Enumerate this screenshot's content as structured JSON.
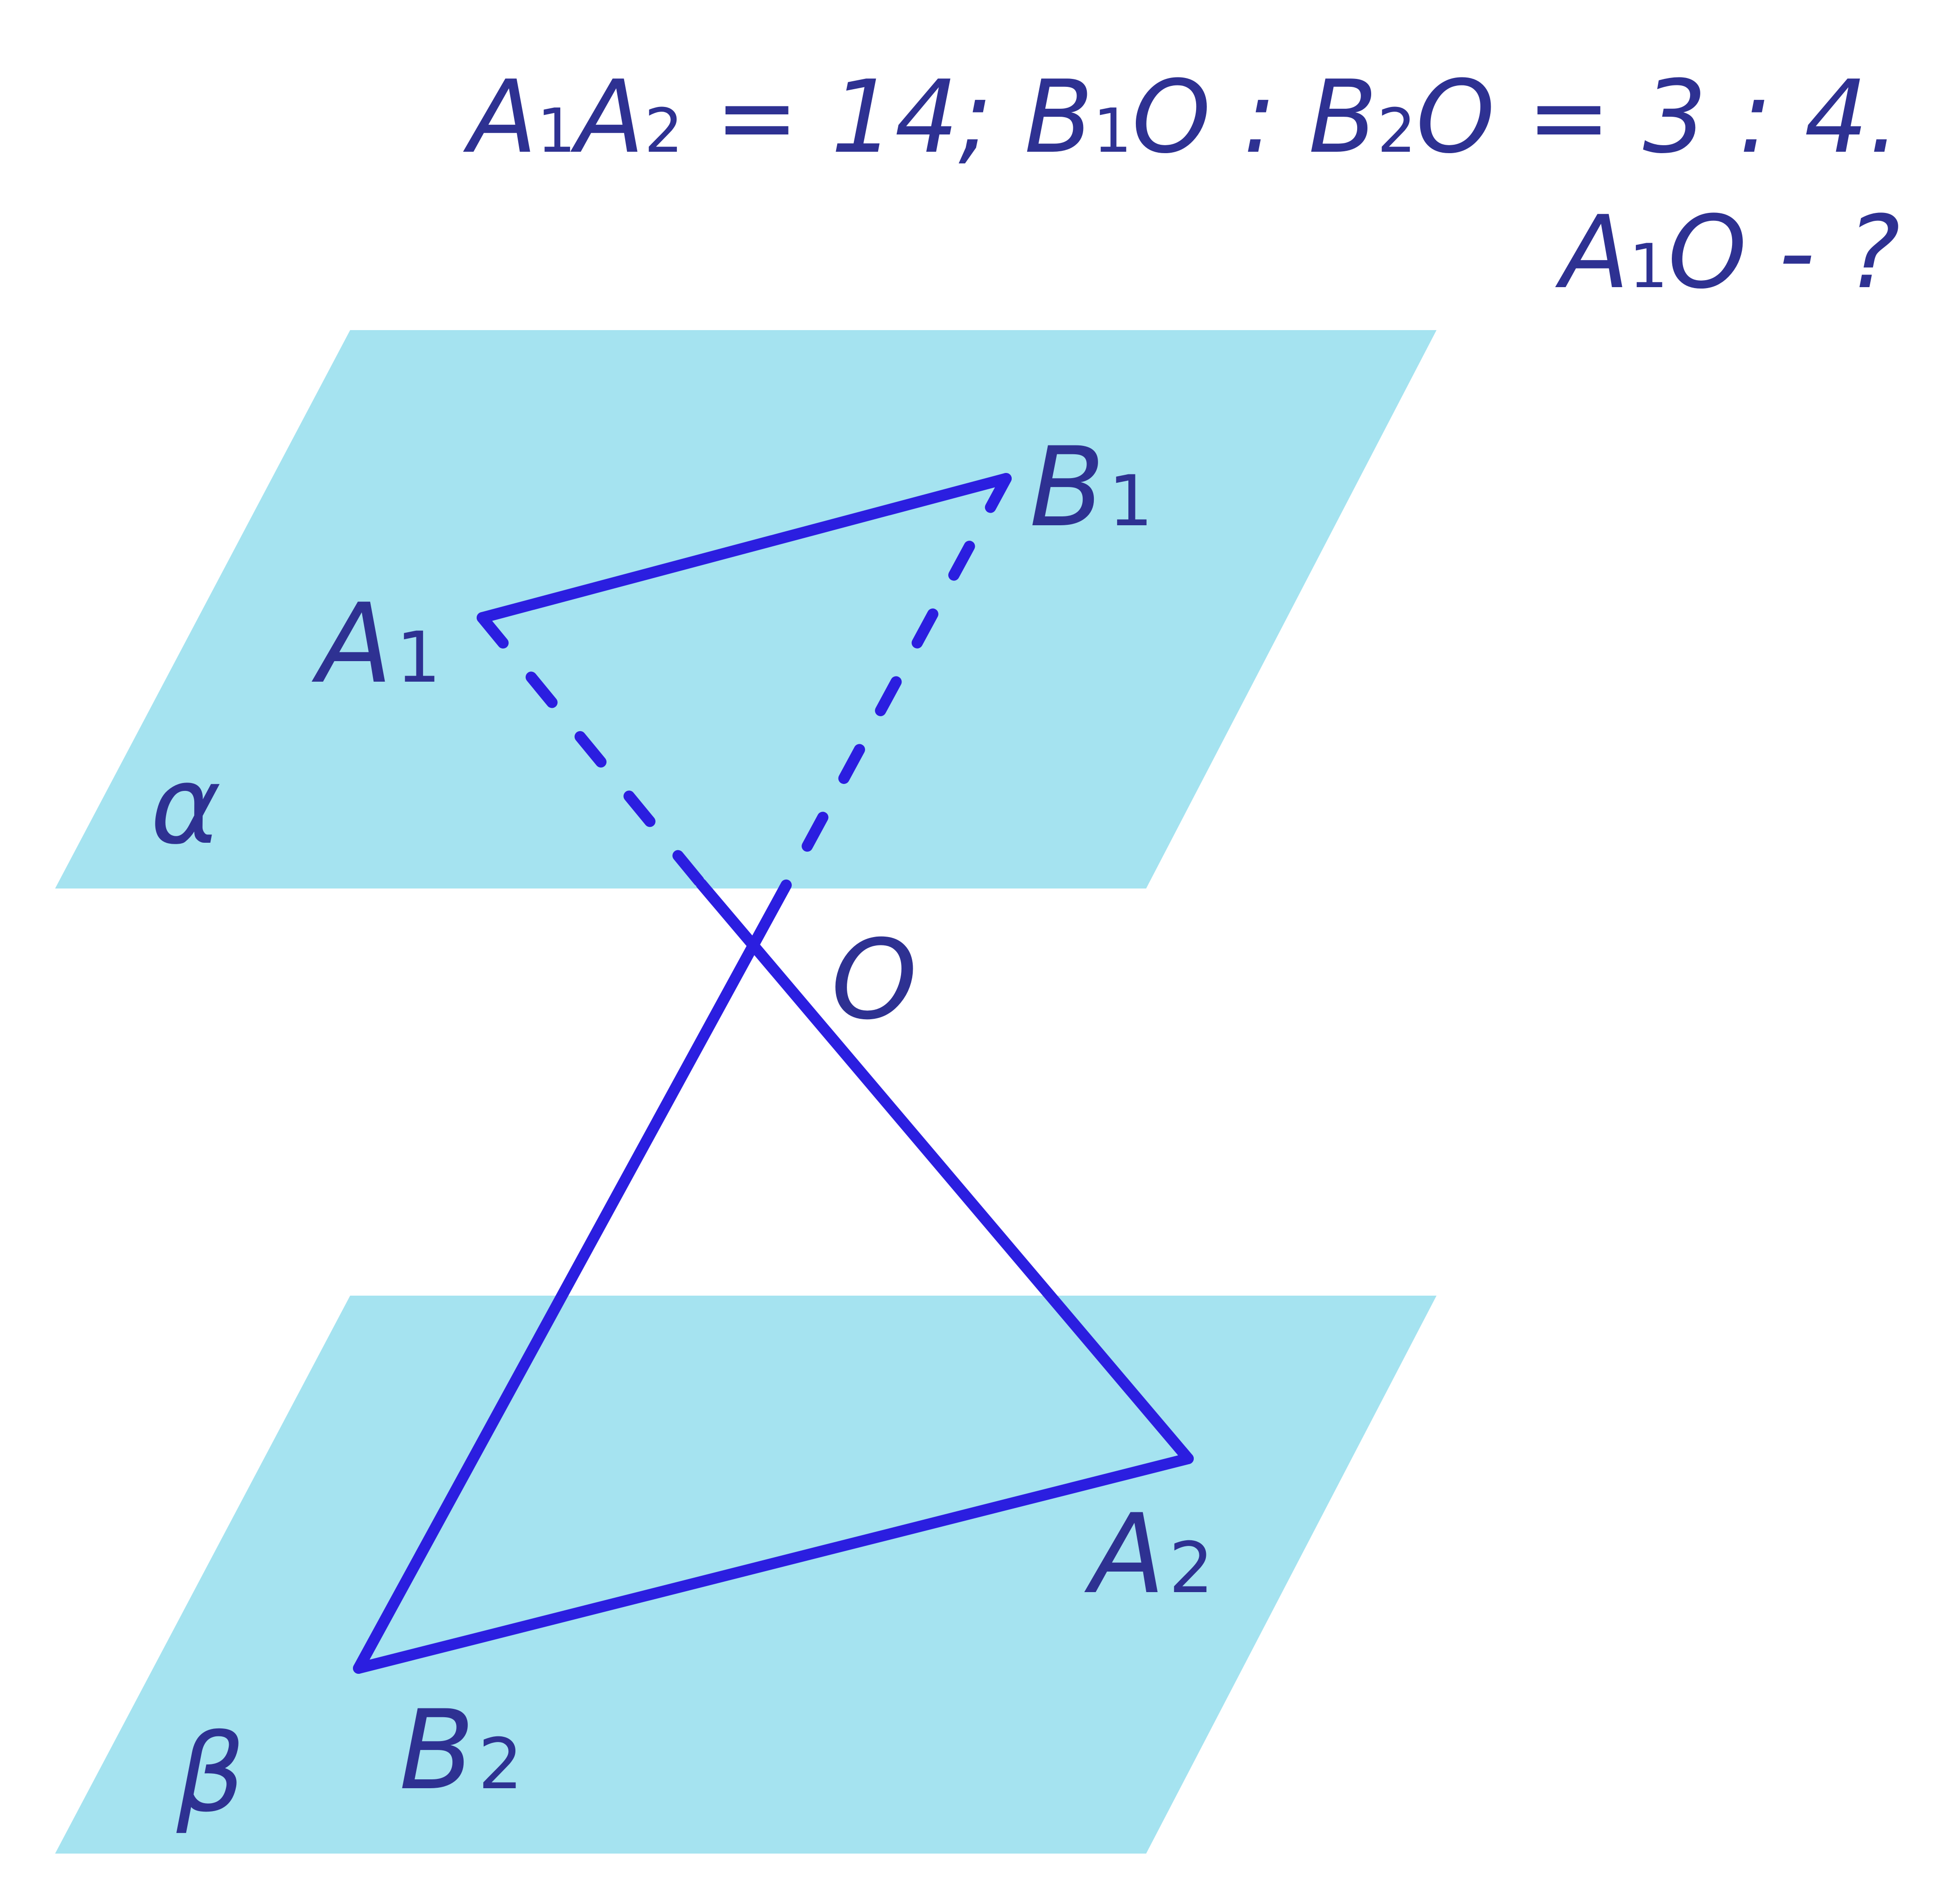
{
  "condition": {
    "line1": {
      "a1": "A",
      "a1_sub": "1",
      "a2": "A",
      "a2_sub": "2",
      "eq1": " = 14; ",
      "b1": "B",
      "b1_sub": "1",
      "o1": "O",
      "ratio": " : ",
      "b2": "B",
      "b2_sub": "2",
      "o2": "O",
      "eq2": " = 3 : 4."
    },
    "line2": {
      "a": "A",
      "a_sub": "1",
      "o": "O",
      "tail": " - ?"
    }
  },
  "planes": {
    "alpha": {
      "label": "α"
    },
    "beta": {
      "label": "β"
    },
    "fill_color": "#a5e3f0"
  },
  "points": {
    "A1": {
      "letter": "A",
      "sub": "1"
    },
    "B1": {
      "letter": "B",
      "sub": "1"
    },
    "O": {
      "letter": "O",
      "sub": ""
    },
    "A2": {
      "letter": "A",
      "sub": "2"
    },
    "B2": {
      "letter": "B",
      "sub": "2"
    }
  },
  "colors": {
    "segment": "#2b1ee0",
    "label": "#2e3192"
  }
}
